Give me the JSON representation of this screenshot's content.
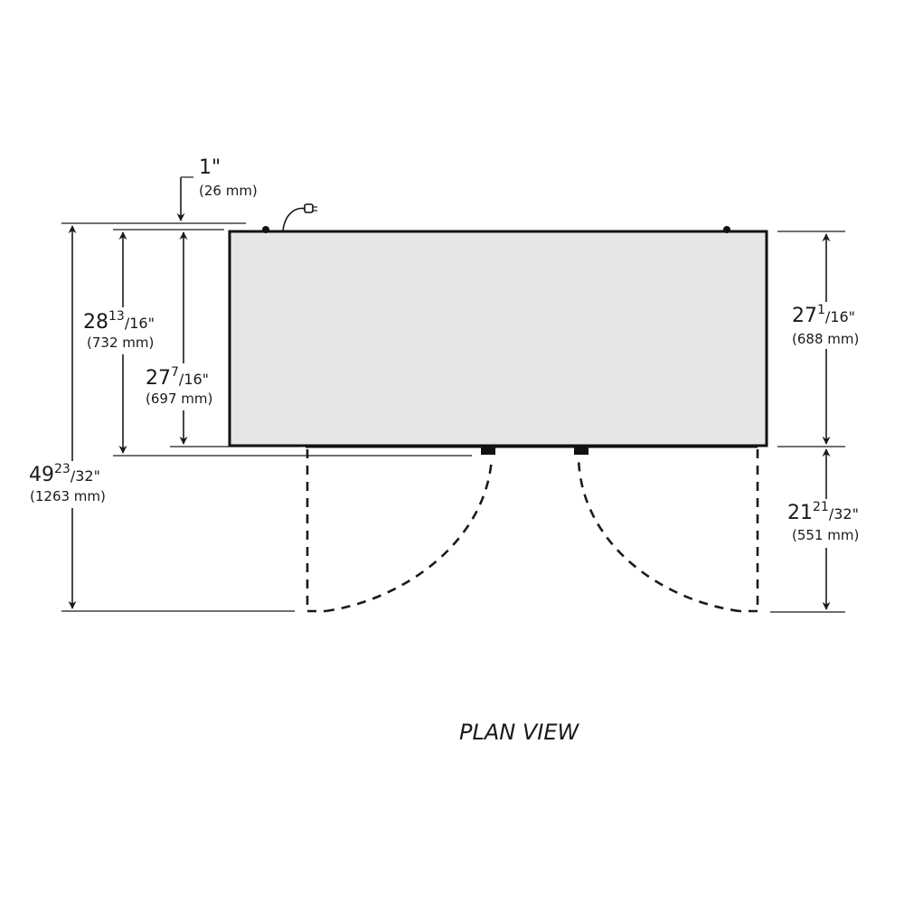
{
  "caption": "PLAN VIEW",
  "dims": {
    "top_gap": {
      "value": "1\"",
      "mm": "(26 mm)"
    },
    "depth_total": {
      "whole": "28",
      "num": "13",
      "den": "/16\"",
      "mm": "(732 mm)"
    },
    "depth_body": {
      "whole": "27",
      "num": "7",
      "den": "/16\"",
      "mm": "(697 mm)"
    },
    "overall": {
      "whole": "49",
      "num": "23",
      "den": "/32\"",
      "mm": "(1263 mm)"
    },
    "right_body": {
      "whole": "27",
      "num": "1",
      "den": "/16\"",
      "mm": "(688 mm)"
    },
    "door_swing": {
      "whole": "21",
      "num": "21",
      "den": "/32\"",
      "mm": "(551 mm)"
    }
  }
}
